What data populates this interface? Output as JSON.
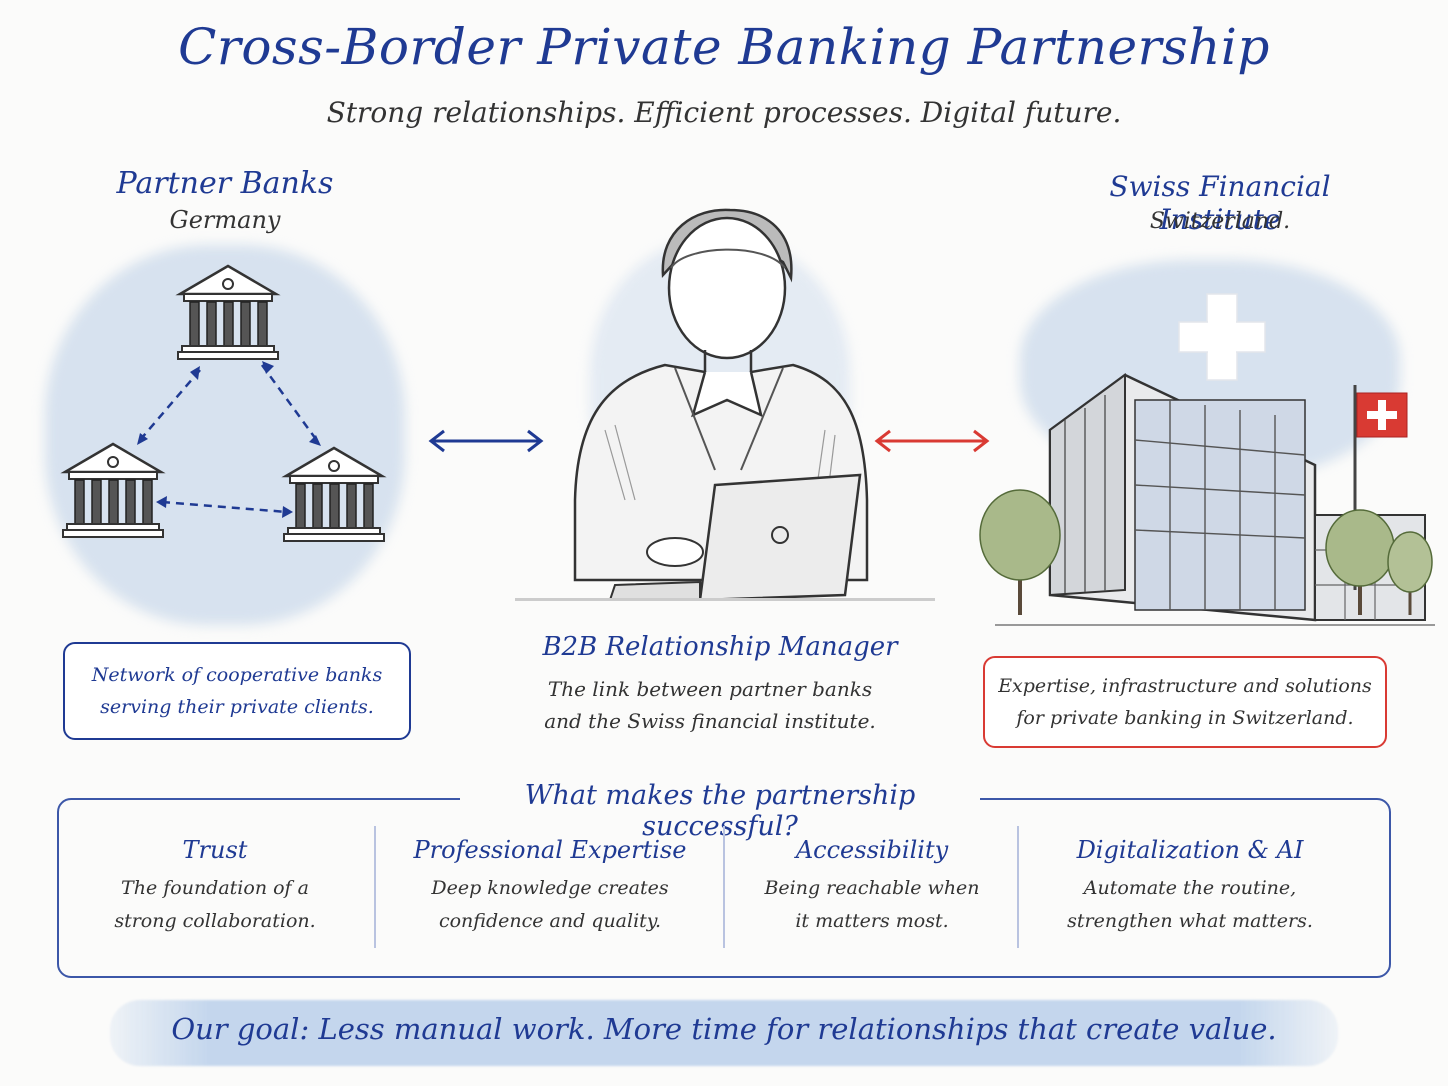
{
  "title": "Cross-Border Private Banking Partnership",
  "subtitle": "Strong relationships. Efficient processes. Digital future.",
  "left": {
    "heading": "Partner Banks",
    "country": "Germany",
    "card_lines": [
      "Network of cooperative banks",
      "serving their private clients."
    ],
    "accent_color": "#1f3a93"
  },
  "center": {
    "heading": "B2B Relationship Manager",
    "lines": [
      "The link between partner banks",
      "and the Swiss financial institute."
    ]
  },
  "right": {
    "heading": "Swiss Financial Institute",
    "country": "Switzerland.",
    "card_lines": [
      "Expertise, infrastructure and solutions",
      "for private banking in Switzerland."
    ],
    "accent_color": "#d93a33"
  },
  "success": {
    "title": "What makes the partnership successful?",
    "columns": [
      {
        "title": "Trust",
        "lines": [
          "The foundation of a",
          "strong collaboration."
        ]
      },
      {
        "title": "Professional Expertise",
        "lines": [
          "Deep knowledge creates",
          "confidence and quality."
        ]
      },
      {
        "title": "Accessibility",
        "lines": [
          "Being reachable when",
          "it matters most."
        ]
      },
      {
        "title": "Digitalization & AI",
        "lines": [
          "Automate the routine,",
          "strengthen what matters."
        ]
      }
    ]
  },
  "goal": "Our goal:  Less manual work.  More time for relationships that create value.",
  "icons": [
    "bank-building-icon",
    "relationship-manager-icon",
    "laptop-icon",
    "office-building-icon",
    "swiss-cross-icon",
    "swiss-flag-icon",
    "tree-icon"
  ]
}
